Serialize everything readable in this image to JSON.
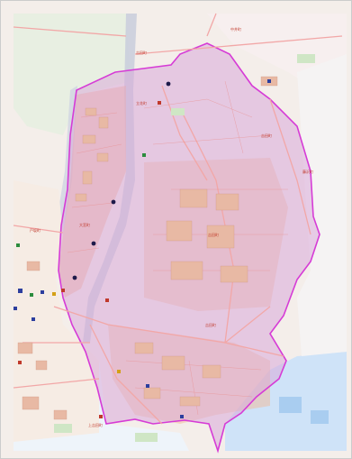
{
  "map": {
    "area_labels": {
      "nw": "吉田町",
      "center_top": "立花町",
      "east": "吉田町",
      "center": "吉田町",
      "south": "吉田町",
      "southwest": "上吉田町",
      "west": "大宮町",
      "west2": "戸坂町",
      "northeast": "中井町",
      "right_edge": "藤沢町"
    },
    "colors": {
      "district_fill": "#d9a9d9",
      "district_outline": "#d63bd6",
      "urban_fill": "#f3b38f",
      "river_fill": "#b9c2d9",
      "water_blue": "#cfe3f8",
      "green_space": "#d6ebd0",
      "base": "#f4eeea",
      "road_pink": "#f2a7a7",
      "expressway": "#b8b8d8"
    },
    "icons": [
      "school-icon",
      "shrine-icon",
      "temple-icon",
      "hospital-icon",
      "post-office-icon",
      "police-icon",
      "bus-stop-icon",
      "park-icon"
    ]
  }
}
